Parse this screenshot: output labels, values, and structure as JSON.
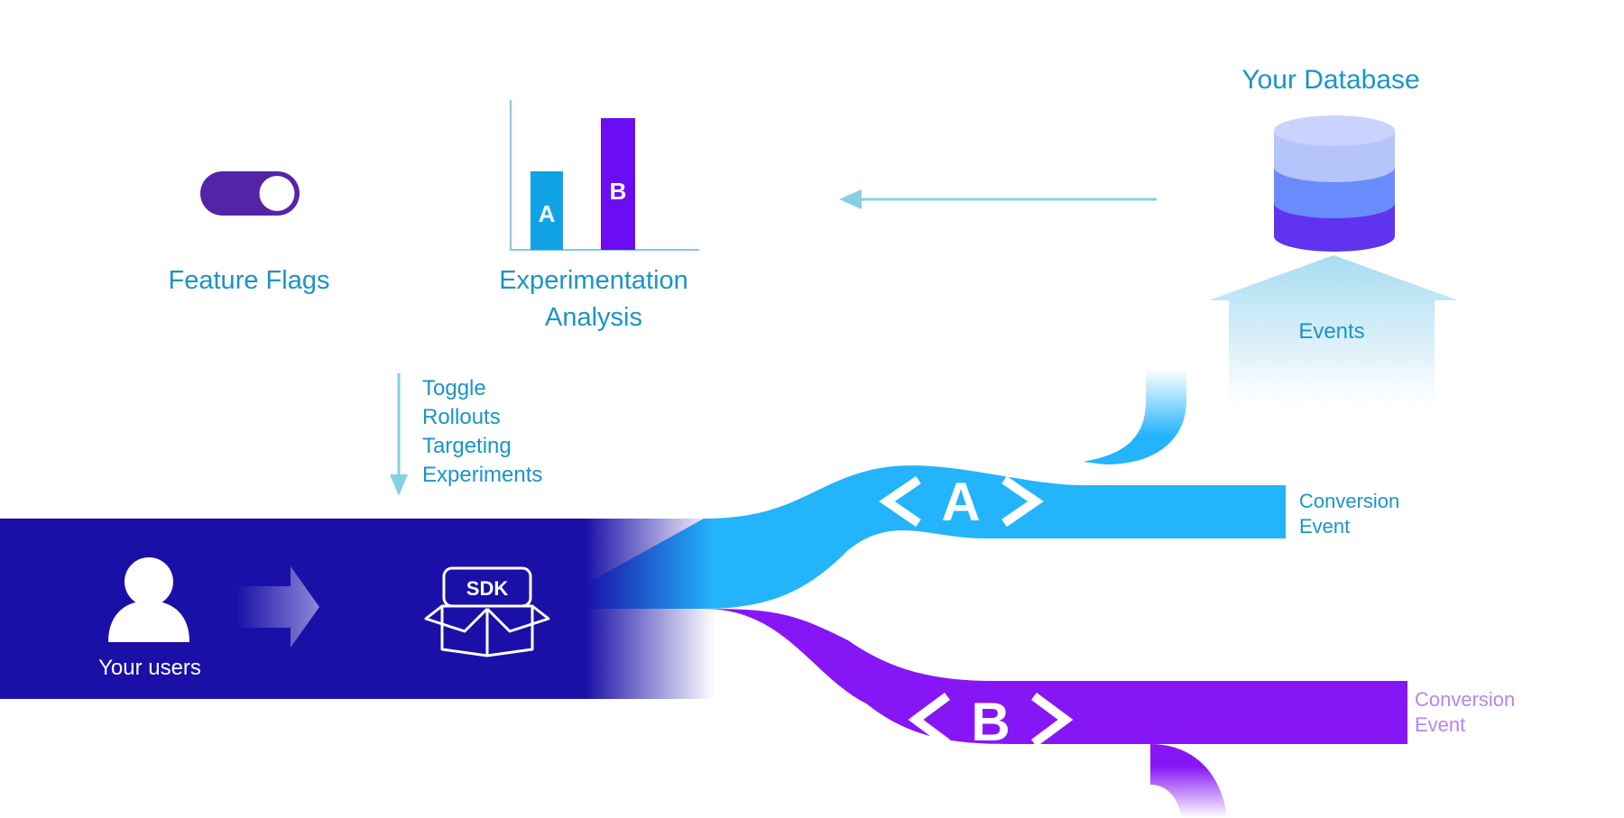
{
  "labels": {
    "feature_flags": "Feature Flags",
    "experimentation_line1": "Experimentation",
    "experimentation_line2": "Analysis",
    "your_database": "Your Database",
    "events": "Events",
    "your_users": "Your users",
    "sdk": "SDK"
  },
  "sdk_actions": [
    "Toggle",
    "Rollouts",
    "Targeting",
    "Experiments"
  ],
  "chart_bars": [
    {
      "label": "A",
      "color": "#0fa3e3"
    },
    {
      "label": "B",
      "color": "#6a0df5"
    }
  ],
  "variants": [
    {
      "symbol": "A",
      "conversion_line1": "Conversion",
      "conversion_line2": "Event"
    },
    {
      "symbol": "B",
      "conversion_line1": "Conversion",
      "conversion_line2": "Event"
    }
  ],
  "icons": [
    "toggle-switch-icon",
    "bar-chart-icon",
    "database-icon",
    "user-icon",
    "right-arrow-icon",
    "sdk-box-icon",
    "down-arrow-icon",
    "left-arrow-icon",
    "events-up-arrow-icon"
  ],
  "colors": {
    "label_blue": "#1a94c9",
    "navy": "#1a10a8",
    "stream_a": "#23b4fb",
    "stream_b": "#8716f6",
    "conversion_b_text": "#b784f3",
    "toggle": "#5423a8",
    "db_top": "#b6c4fc",
    "db_mid": "#6a8bfb",
    "db_bottom": "#6033ee"
  }
}
